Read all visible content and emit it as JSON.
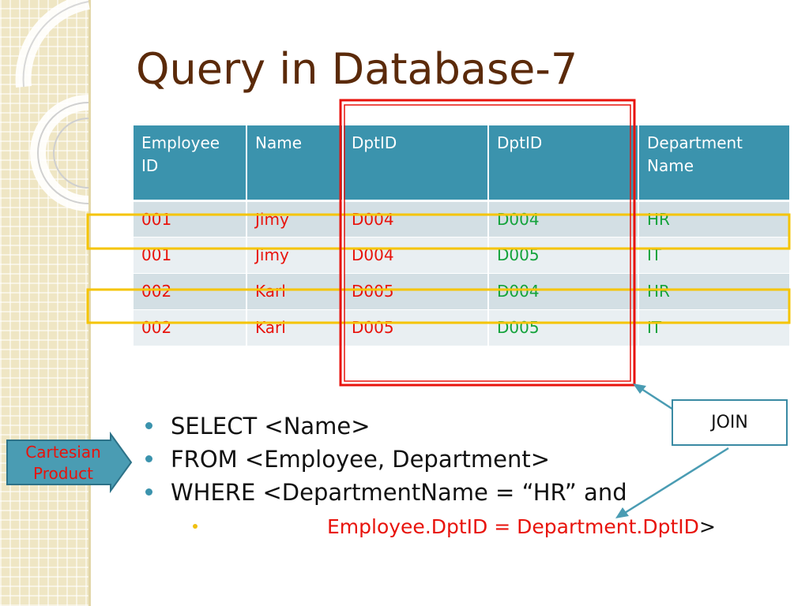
{
  "slide": {
    "title": "Query in Database-7"
  },
  "table": {
    "headers": [
      "Employee ID",
      "Name",
      "DptID",
      "DptID",
      "Department Name"
    ],
    "rows": [
      [
        "001",
        "Jimy",
        "D004",
        "D004",
        "HR"
      ],
      [
        "001",
        "Jimy",
        "D004",
        "D005",
        "IT"
      ],
      [
        "002",
        "Karl",
        "D005",
        "D004",
        "HR"
      ],
      [
        "002",
        "Karl",
        "D005",
        "D005",
        "IT"
      ]
    ]
  },
  "query": {
    "select": "SELECT  <Name>",
    "from": "FROM  <Employee, Department>",
    "where": "WHERE  <DepartmentName = “HR” and",
    "join_condition": "Employee.DptID = Department.DptID",
    "closing": ">"
  },
  "annotations": {
    "join_label": "JOIN",
    "cartesian_label": "Cartesian Product"
  },
  "colors": {
    "title": "#5b2a0a",
    "header_bg": "#3b93ad",
    "highlight_column": "#e8130c",
    "highlight_rows": "#f5c400",
    "text_red": "#e8130c",
    "text_green": "#14a33c"
  }
}
